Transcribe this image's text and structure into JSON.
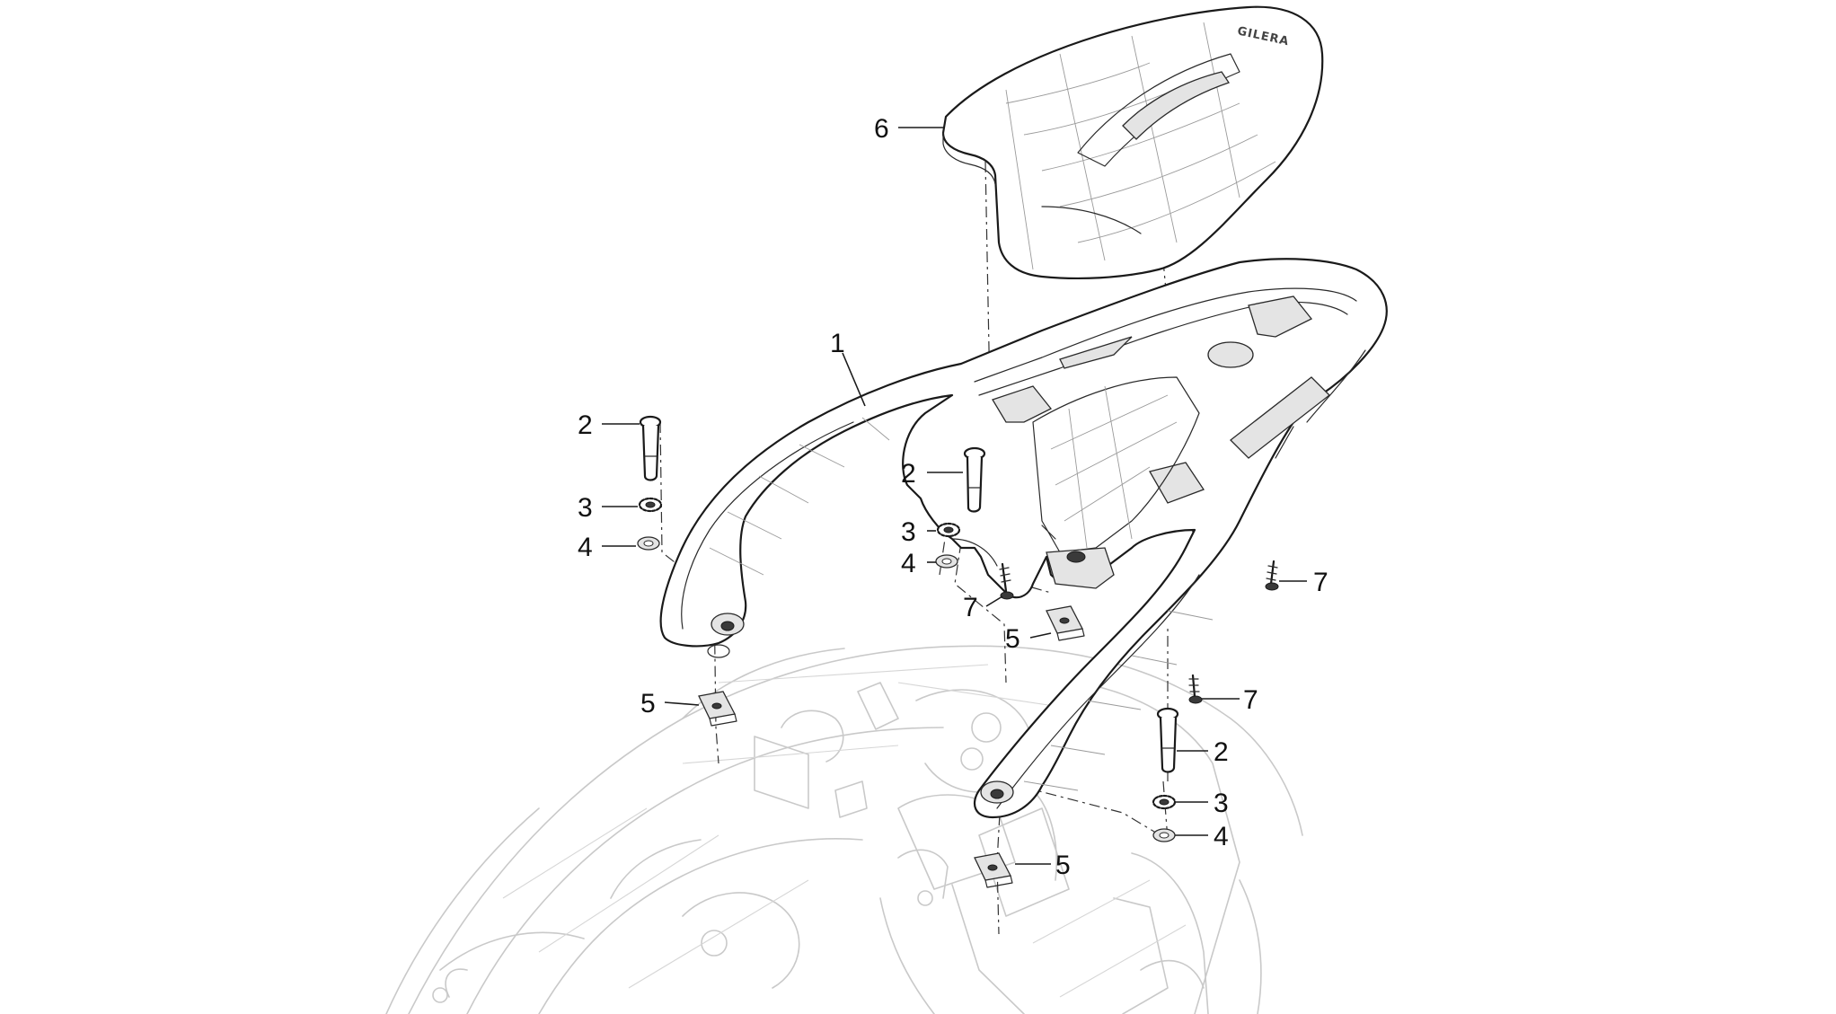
{
  "diagram": {
    "callouts": {
      "c1": "1",
      "c2a": "2",
      "c2b": "2",
      "c2c": "2",
      "c3a": "3",
      "c3b": "3",
      "c3c": "3",
      "c4a": "4",
      "c4b": "4",
      "c4c": "4",
      "c5a": "5",
      "c5b": "5",
      "c5c": "5",
      "c6": "6",
      "c7a": "7",
      "c7b": "7",
      "c7c": "7"
    },
    "brand_text": "GILERA",
    "colors": {
      "line": "#1a1a1a",
      "ghost_body": "#c9c9c9",
      "background": "#ffffff"
    }
  }
}
